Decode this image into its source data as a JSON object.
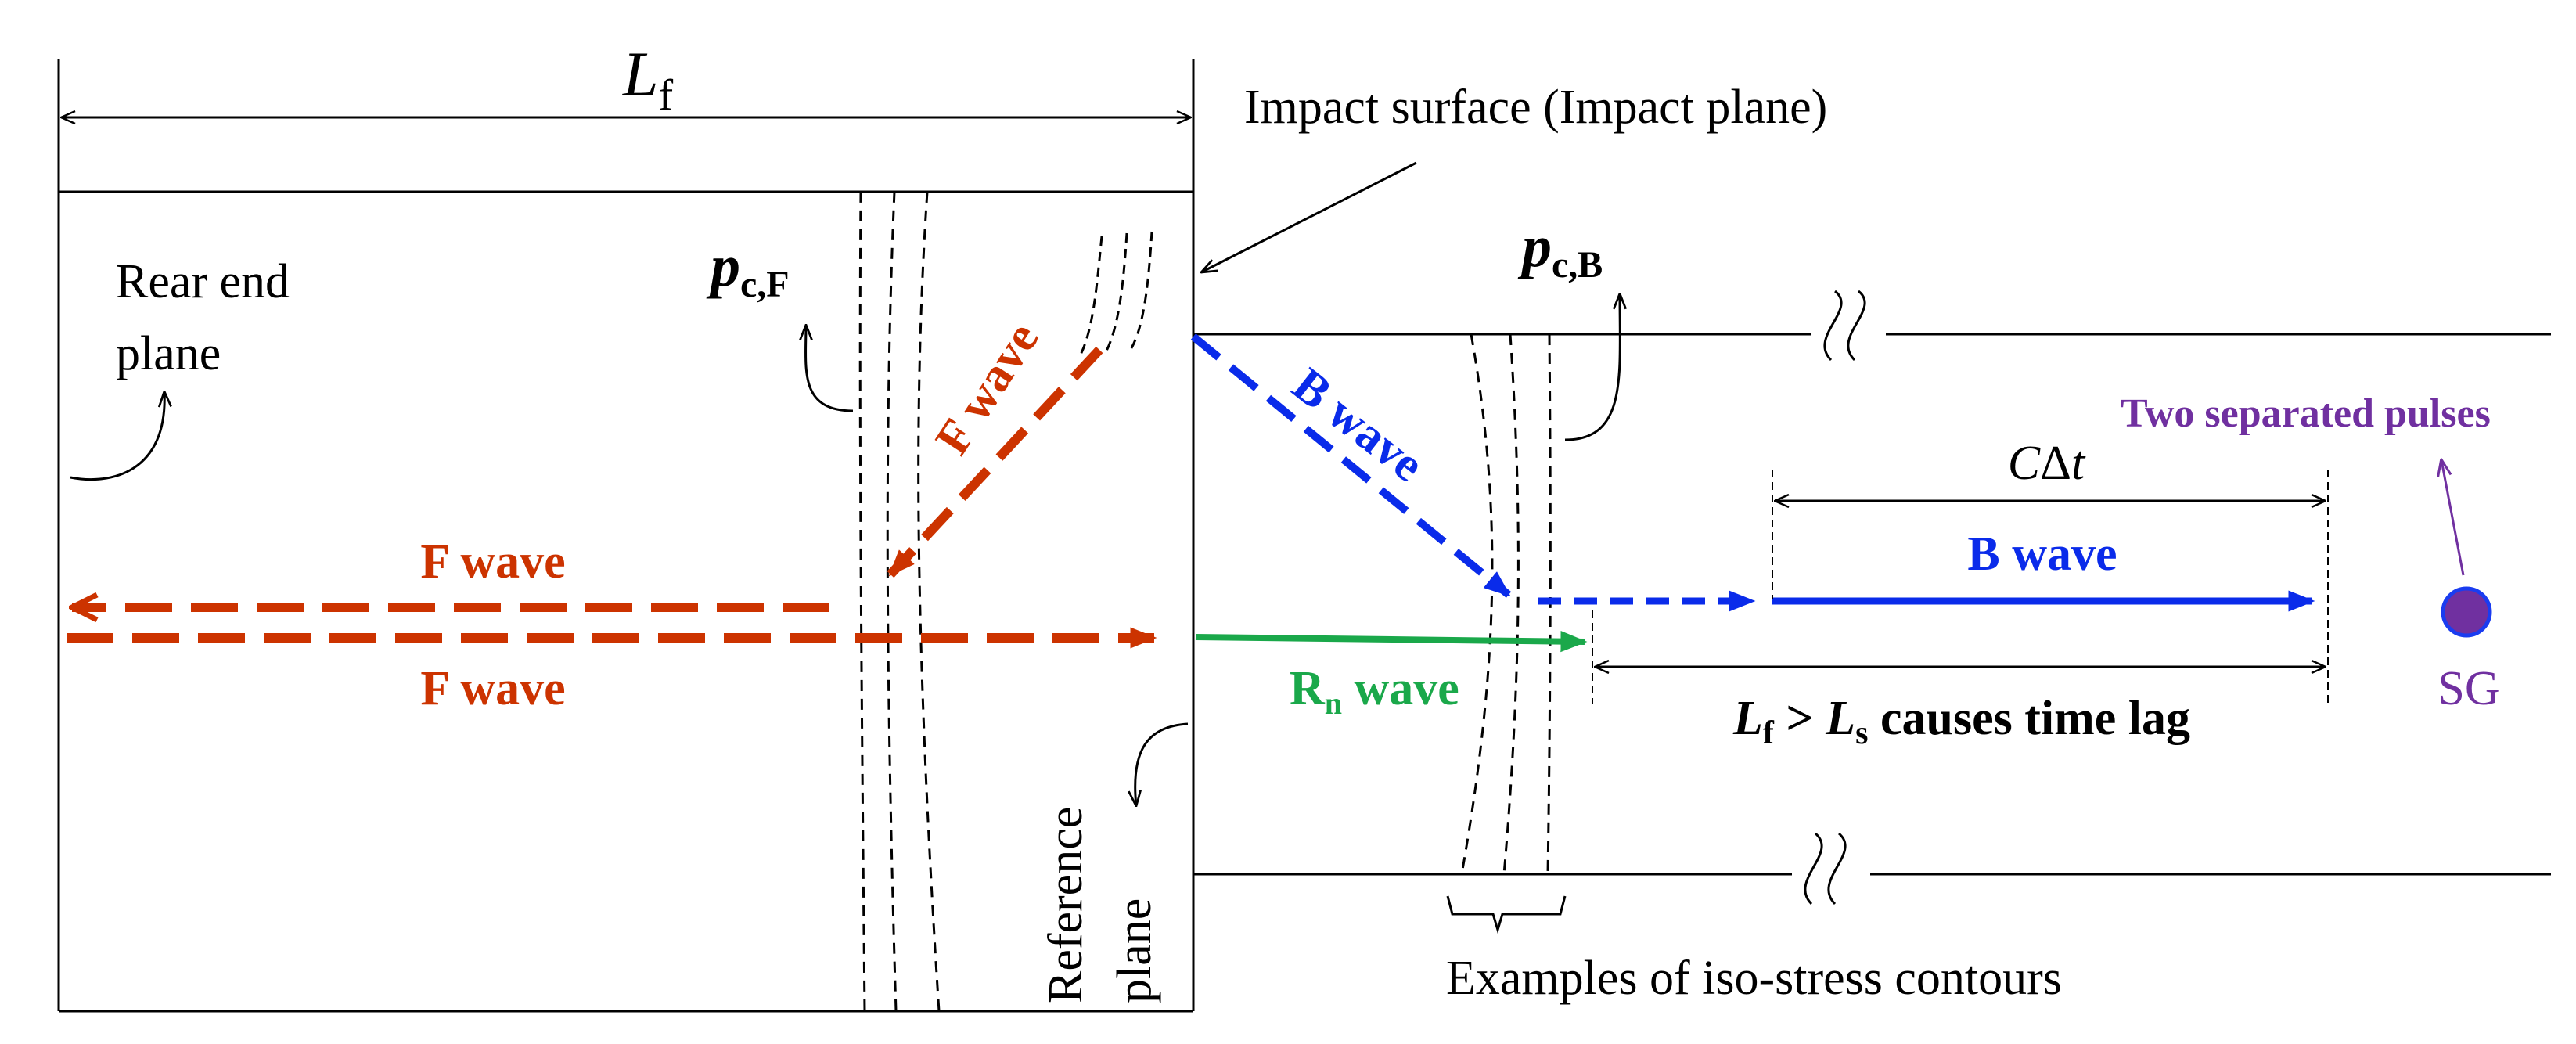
{
  "labels": {
    "length_f_main": "L",
    "length_f_sub": "f",
    "impact_surface": "Impact surface (Impact plane)",
    "rear_end_line1": "Rear end",
    "rear_end_line2": "plane",
    "pcf_main": "p",
    "pcf_sub": "c,F",
    "pcb_main": "p",
    "pcb_sub": "c,B",
    "fwave_diag": "F wave",
    "fwave_top": "F wave",
    "fwave_bottom": "F wave",
    "bwave_diag": "B wave",
    "bwave_right": "B wave",
    "rn_main": "R",
    "rn_sub": "n",
    "rn_rest": " wave",
    "cdt_c": "C",
    "cdt_delta": "Δ",
    "cdt_t": "t",
    "two_pulses": "Two separated pulses",
    "sg": "SG",
    "lag_lf": "L",
    "lag_lf_sub": "f",
    "lag_gt": " > ",
    "lag_ls": "L",
    "lag_ls_sub": "s",
    "lag_rest": " causes time lag",
    "reference_line1": "Reference",
    "reference_line2": "plane",
    "iso_stress": "Examples of iso-stress contours"
  },
  "colors": {
    "f_wave": "#cc3300",
    "b_wave": "#0a2bea",
    "rn_wave": "#1aa84a",
    "purple": "#7030a0",
    "sg_fill": "#7030a0",
    "sg_stroke": "#1a3cf0",
    "line": "#000000"
  }
}
